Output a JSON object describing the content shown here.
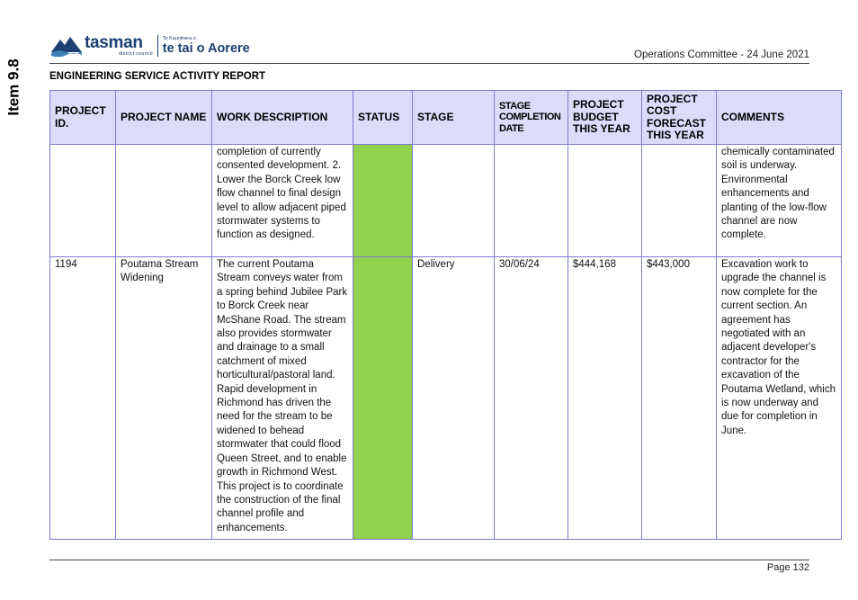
{
  "side_label": "Item 9.8",
  "logo": {
    "name": "tasman",
    "sub": "district council",
    "maori_small": "Te Kaunihera o",
    "maori_big": "te tai o Aorere",
    "colors": {
      "navy": "#1d3f73",
      "teal": "#3a7fb7"
    }
  },
  "header": {
    "meeting": "Operations Committee - 24 June 2021"
  },
  "report_title": "ENGINEERING SERVICE ACTIVITY REPORT",
  "table": {
    "header_bg": "#dcdcfa",
    "border": "#7c7cd0",
    "columns": {
      "id": "PROJECT ID.",
      "name": "PROJECT NAME",
      "description": "WORK DESCRIPTION",
      "status": "STATUS",
      "stage": "STAGE",
      "completion": "STAGE COMPLETION DATE",
      "budget": "PROJECT BUDGET THIS YEAR",
      "forecast": "PROJECT COST FORECAST THIS YEAR",
      "comments": "COMMENTS"
    },
    "rows": [
      {
        "id": "",
        "name": "",
        "description": "completion of currently consented development. 2. Lower the Borck Creek low flow channel to final design level to allow adjacent piped stormwater systems to function as designed.",
        "status_color": "#92d050",
        "stage": "",
        "completion": "",
        "budget": "",
        "forecast": "",
        "comments": "chemically contaminated soil is underway. Environmental enhancements and planting of the low-flow channel are now complete."
      },
      {
        "id": "1194",
        "name": "Poutama Stream Widening",
        "description": "The current Poutama Stream conveys water from a spring behind Jubilee Park to Borck Creek near McShane Road. The stream also provides stormwater and drainage to a small catchment of mixed horticultural/pastoral land. Rapid development in Richmond has driven the need for the stream to be widened to behead stormwater that could flood Queen Street, and to enable growth in Richmond West. This project is to coordinate the construction of the final channel profile and enhancements.",
        "status_color": "#92d050",
        "stage": "Delivery",
        "completion": "30/06/24",
        "budget": "$444,168",
        "forecast": "$443,000",
        "comments": "Excavation work to upgrade the channel is now complete for the current section.  An agreement has negotiated with an adjacent developer's contractor for the excavation of the Poutama Wetland, which is now underway and due for completion in June."
      }
    ]
  },
  "footer": {
    "page": "Page 132"
  }
}
